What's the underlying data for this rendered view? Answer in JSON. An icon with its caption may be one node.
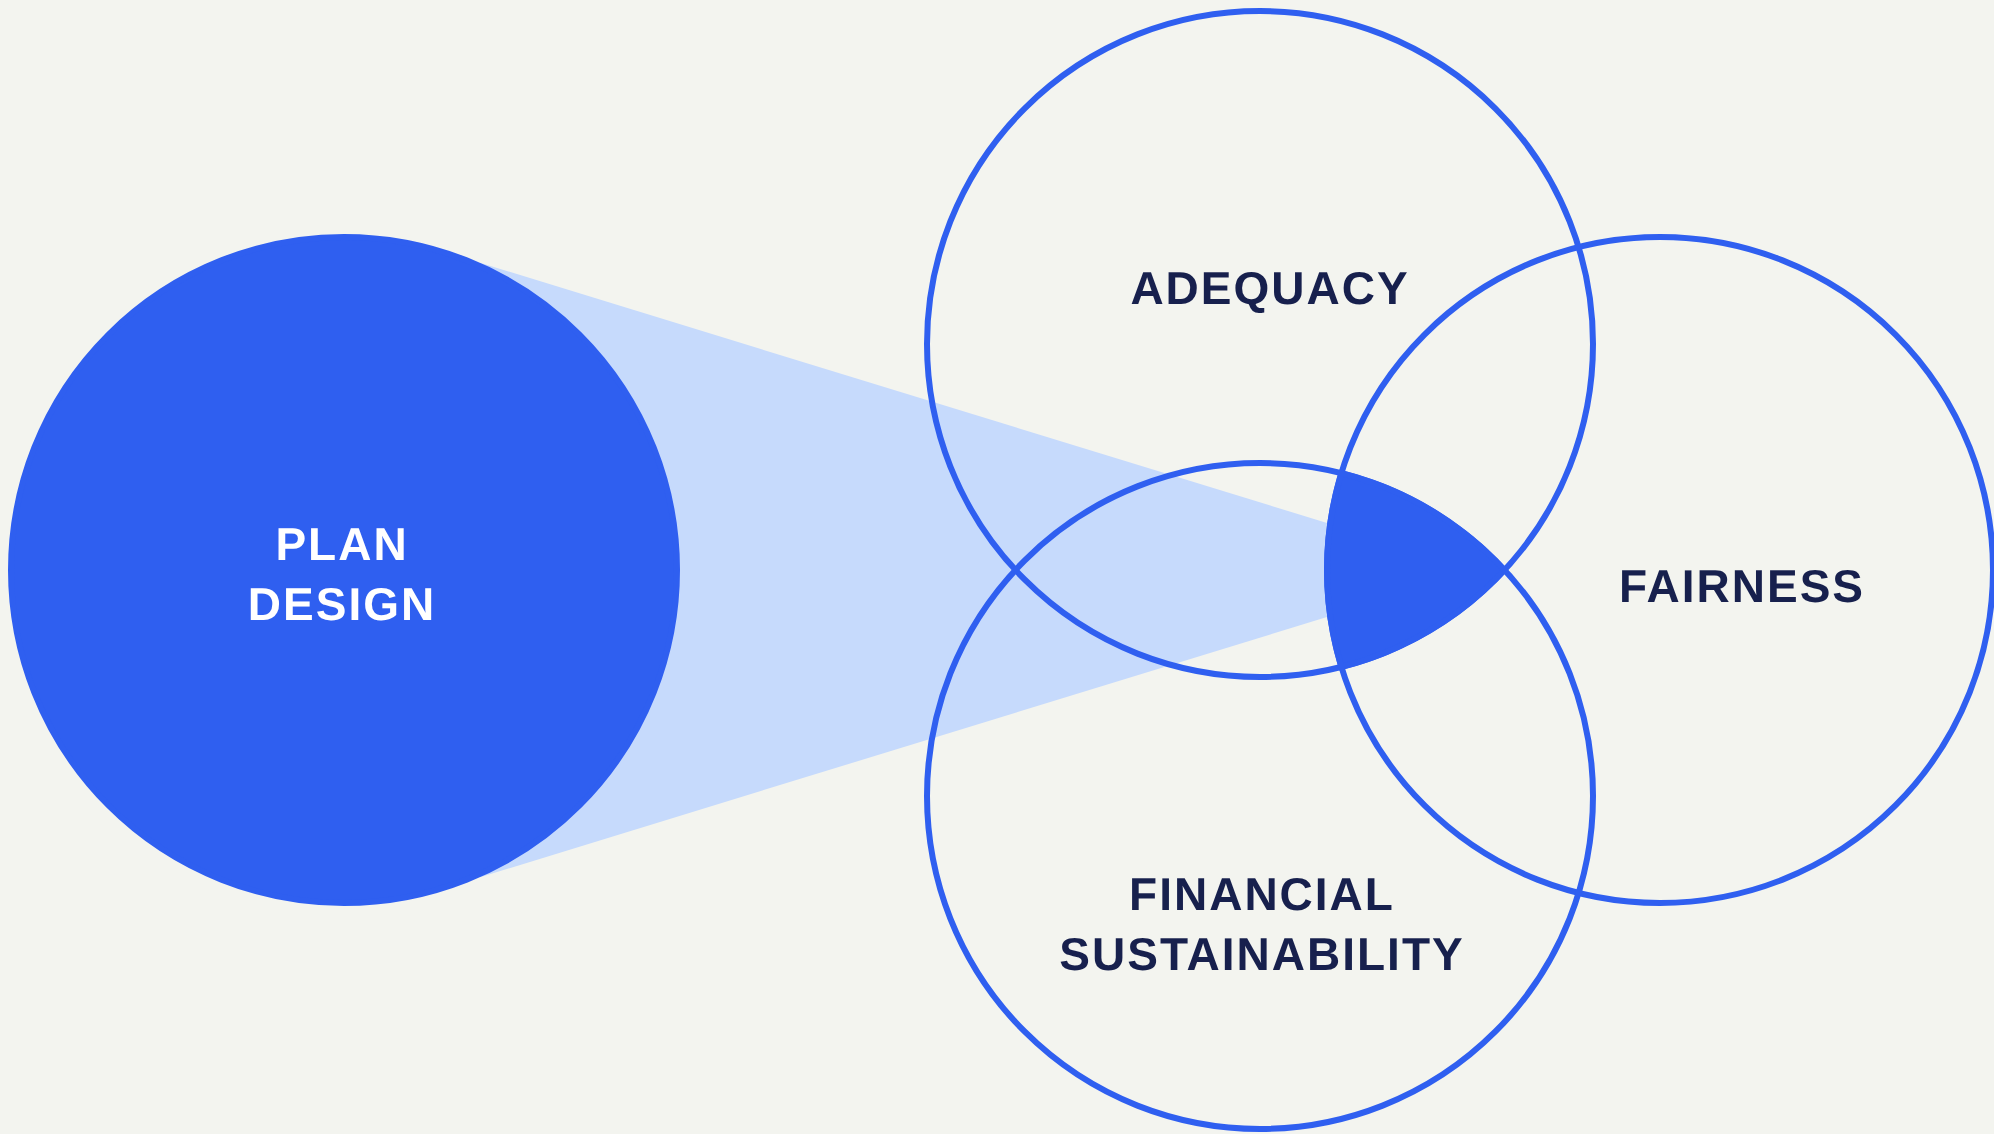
{
  "diagram": {
    "nodes": [
      {
        "text": [
          "PLAN DESIGN"
        ]
      },
      {
        "text": [
          "ADEQUACY"
        ]
      },
      {
        "text": [
          "FAIRNESS"
        ]
      },
      {
        "text": [
          "FINANCIAL SUSTAINABILITY"
        ]
      }
    ]
  }
}
